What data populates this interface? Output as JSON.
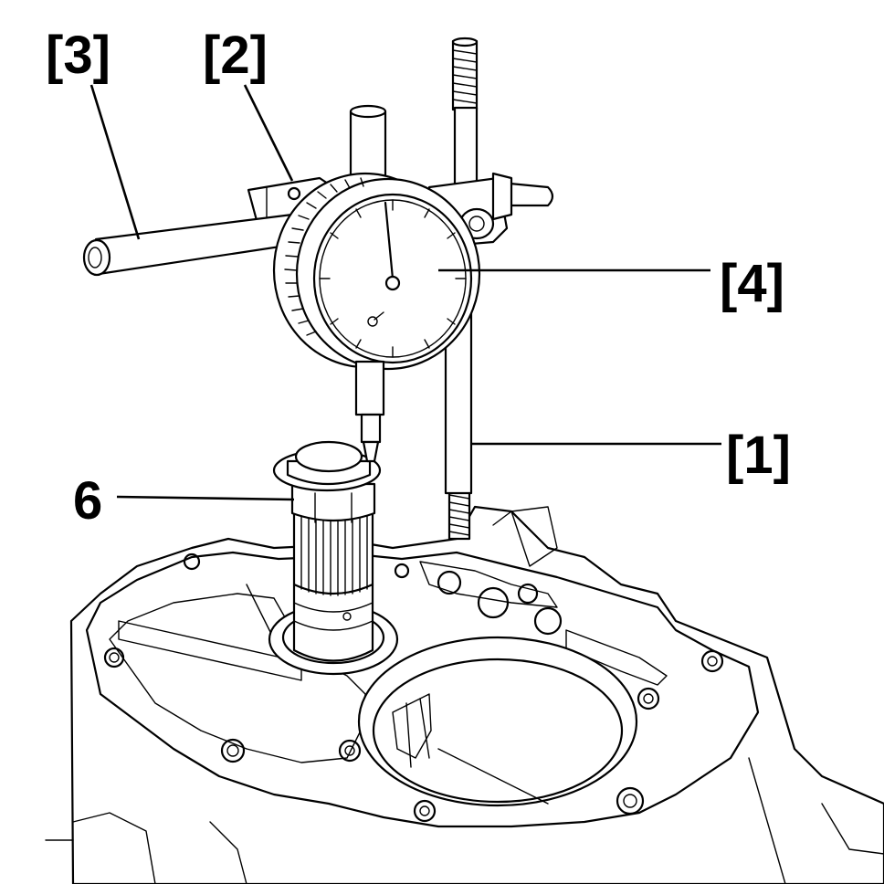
{
  "callouts": {
    "c3": "[3]",
    "c2": "[2]",
    "c4": "[4]",
    "c1": "[1]",
    "c6": "6"
  },
  "colors": {
    "line": "#000000",
    "background": "#ffffff"
  }
}
